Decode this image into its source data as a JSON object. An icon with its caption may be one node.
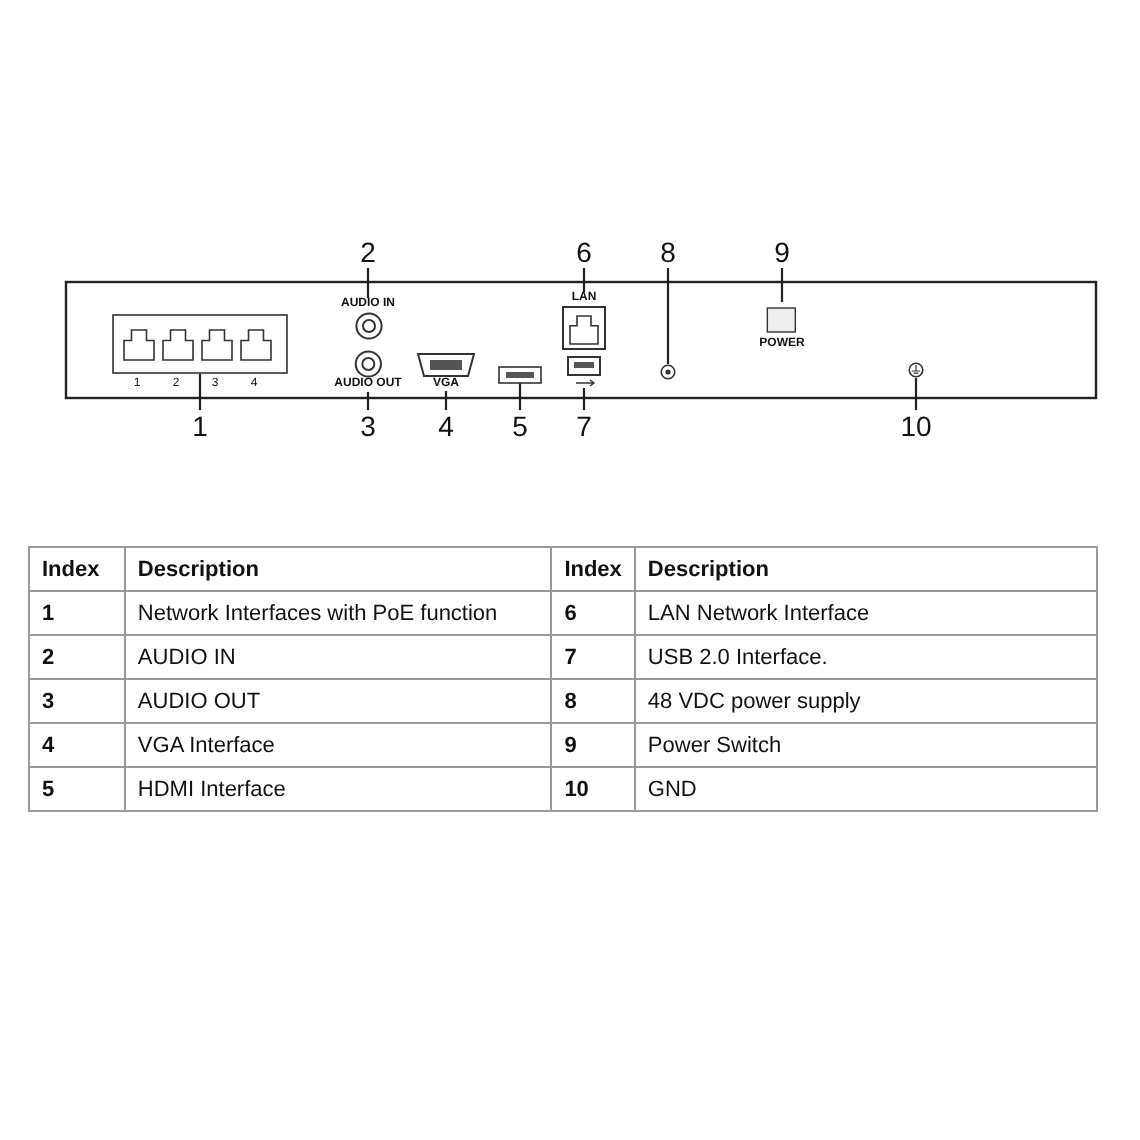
{
  "diagram": {
    "nodes": [
      {
        "text": [
          "1"
        ]
      },
      {
        "text": [
          "2"
        ]
      },
      {
        "text": [
          "3"
        ]
      },
      {
        "text": [
          "4"
        ]
      },
      {
        "text": [
          "5"
        ]
      },
      {
        "text": [
          "6"
        ]
      },
      {
        "text": [
          "7"
        ]
      },
      {
        "text": [
          "8"
        ]
      },
      {
        "text": [
          "9"
        ]
      },
      {
        "text": [
          "10"
        ]
      },
      {
        "text": [],
        "shape": "box"
      },
      {
        "text": [
          "AUDIO IN"
        ]
      },
      {
        "text": [
          "AUDIO OUT"
        ]
      },
      {
        "text": [
          "VGA"
        ]
      },
      {
        "text": [],
        "shape": "box"
      },
      {
        "text": [
          "LAN"
        ]
      },
      {
        "text": [],
        "shape": "box"
      },
      {
        "text": [],
        "shape": "circle"
      },
      {
        "text": [
          "POWER"
        ]
      },
      {
        "text": [],
        "shape": "circle"
      }
    ],
    "edges": [
      {
        "from": 0,
        "to": 10,
        "arrow": "none"
      },
      {
        "from": 1,
        "to": 11,
        "arrow": "none"
      },
      {
        "from": 2,
        "to": 12,
        "arrow": "none"
      },
      {
        "from": 3,
        "to": 13,
        "arrow": "none"
      },
      {
        "from": 4,
        "to": 14,
        "arrow": "none"
      },
      {
        "from": 5,
        "to": 15,
        "arrow": "none"
      },
      {
        "from": 6,
        "to": 16,
        "arrow": "none"
      },
      {
        "from": 7,
        "to": 17,
        "arrow": "none"
      },
      {
        "from": 8,
        "to": 18,
        "arrow": "none"
      },
      {
        "from": 9,
        "to": 19,
        "arrow": "none"
      }
    ],
    "labels": [
      "1",
      "2",
      "3",
      "4",
      "Index",
      "Description",
      "Index",
      "Description",
      "1",
      "Network Interfaces with PoE function",
      "6",
      "LAN Network Interface",
      "2",
      "AUDIO IN",
      "7",
      "USB 2.0 Interface.",
      "3",
      "AUDIO OUT",
      "8",
      "48 VDC power supply",
      "4",
      "VGA Interface",
      "9",
      "Power Switch",
      "5",
      "HDMI Interface",
      "10",
      "GND"
    ]
  }
}
